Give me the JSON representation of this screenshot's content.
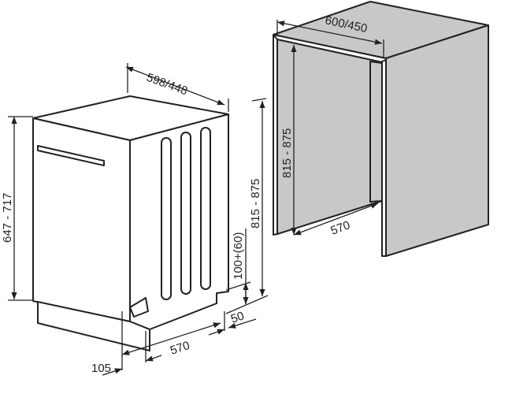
{
  "diagram": {
    "dishwasher": {
      "width_label": "598/448",
      "door_height_label": "647 - 717",
      "height_label": "815 - 875",
      "plinth_label": "100+(60)",
      "depth_label": "570",
      "rear_gap_label": "50",
      "front_offset_label": "105"
    },
    "cabinet": {
      "width_label": "600/450",
      "height_label": "815 - 875",
      "depth_label": "570"
    },
    "colors": {
      "cabinet_fill": "#c8c8c8",
      "line": "#222222"
    }
  }
}
